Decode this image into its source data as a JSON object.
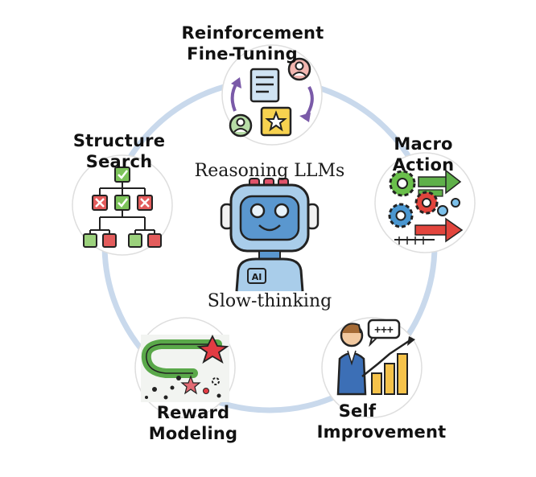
{
  "center": {
    "title": "Reasoning LLMs",
    "subtitle": "Slow-thinking",
    "robot_badge": "AI"
  },
  "nodes": [
    {
      "id": "rl",
      "lines": [
        "Reinforcement",
        "Fine-Tuning"
      ],
      "icon": "reinforcement-cycle-icon"
    },
    {
      "id": "macro",
      "lines": [
        "Macro",
        "Action"
      ],
      "icon": "gears-arrows-icon"
    },
    {
      "id": "self",
      "lines": [
        "Self",
        "Improvement"
      ],
      "icon": "growth-chart-person-icon"
    },
    {
      "id": "reward",
      "lines": [
        "Reward",
        "Modeling"
      ],
      "icon": "reward-path-icon"
    },
    {
      "id": "search",
      "lines": [
        "Structure",
        "Search"
      ],
      "icon": "search-tree-icon"
    }
  ],
  "improvement_bubble": "+++",
  "colors": {
    "ring": "#c9d9ec",
    "robot_body": "#a9cdea",
    "robot_face": "#5a97cf",
    "node_border": "#d9d9d9"
  }
}
